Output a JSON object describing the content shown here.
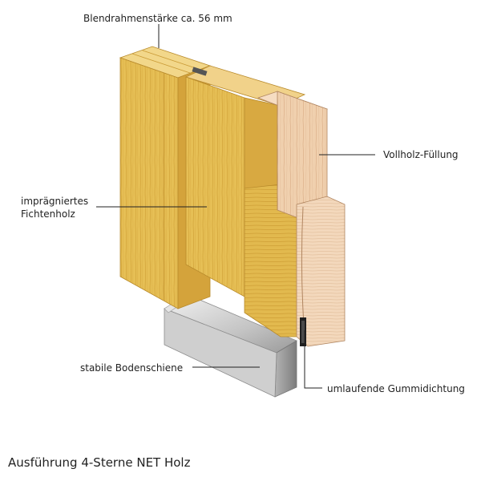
{
  "labels": {
    "frame_thickness": "Blendrahmenstärke ca. 56 mm",
    "solid_wood_fill": "Vollholz-Füllung",
    "impregnated_spruce_line1": "imprägniertes",
    "impregnated_spruce_line2": "Fichtenholz",
    "floor_rail": "stabile Bodenschiene",
    "rubber_seal": "umlaufende Gummidichtung"
  },
  "caption": "Ausführung 4-Sterne NET Holz",
  "colors": {
    "spruce_light": "#e9c55f",
    "spruce_mid": "#d9ad3e",
    "spruce_dark": "#c08e2a",
    "fill_wood": "#f0d2b2",
    "fill_wood_dark": "#dcb28c",
    "rail_light": "#d8d8d8",
    "rail_dark": "#8c8c8c",
    "leader": "#222222"
  }
}
